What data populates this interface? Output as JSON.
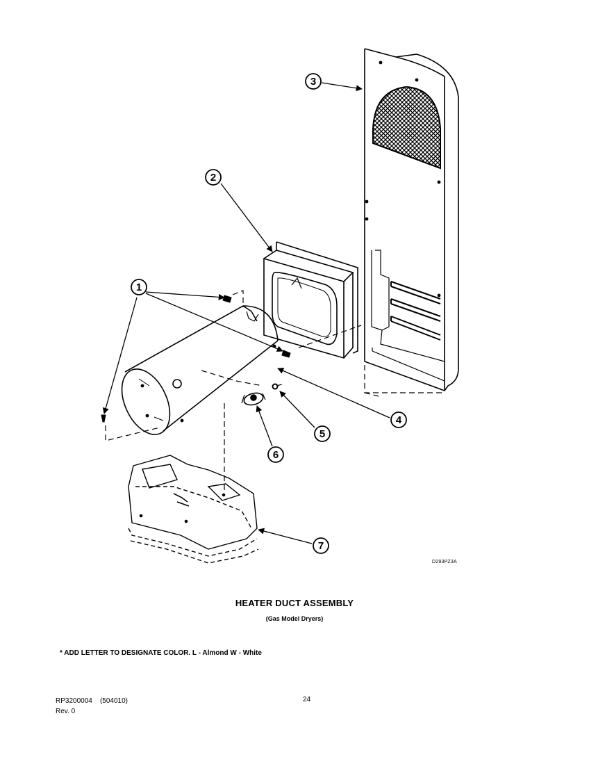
{
  "diagram": {
    "callouts": [
      "1",
      "2",
      "3",
      "4",
      "5",
      "6",
      "7"
    ],
    "drawing_code": "D293PZ3A"
  },
  "title": "HEATER DUCT ASSEMBLY",
  "subtitle": "(Gas Model Dryers)",
  "note": "* ADD LETTER TO DESIGNATE COLOR.  L - Almond  W - White",
  "footer": {
    "part_number": "RP3200004",
    "code": "(504010)",
    "revision": "Rev. 0",
    "page": "24"
  }
}
